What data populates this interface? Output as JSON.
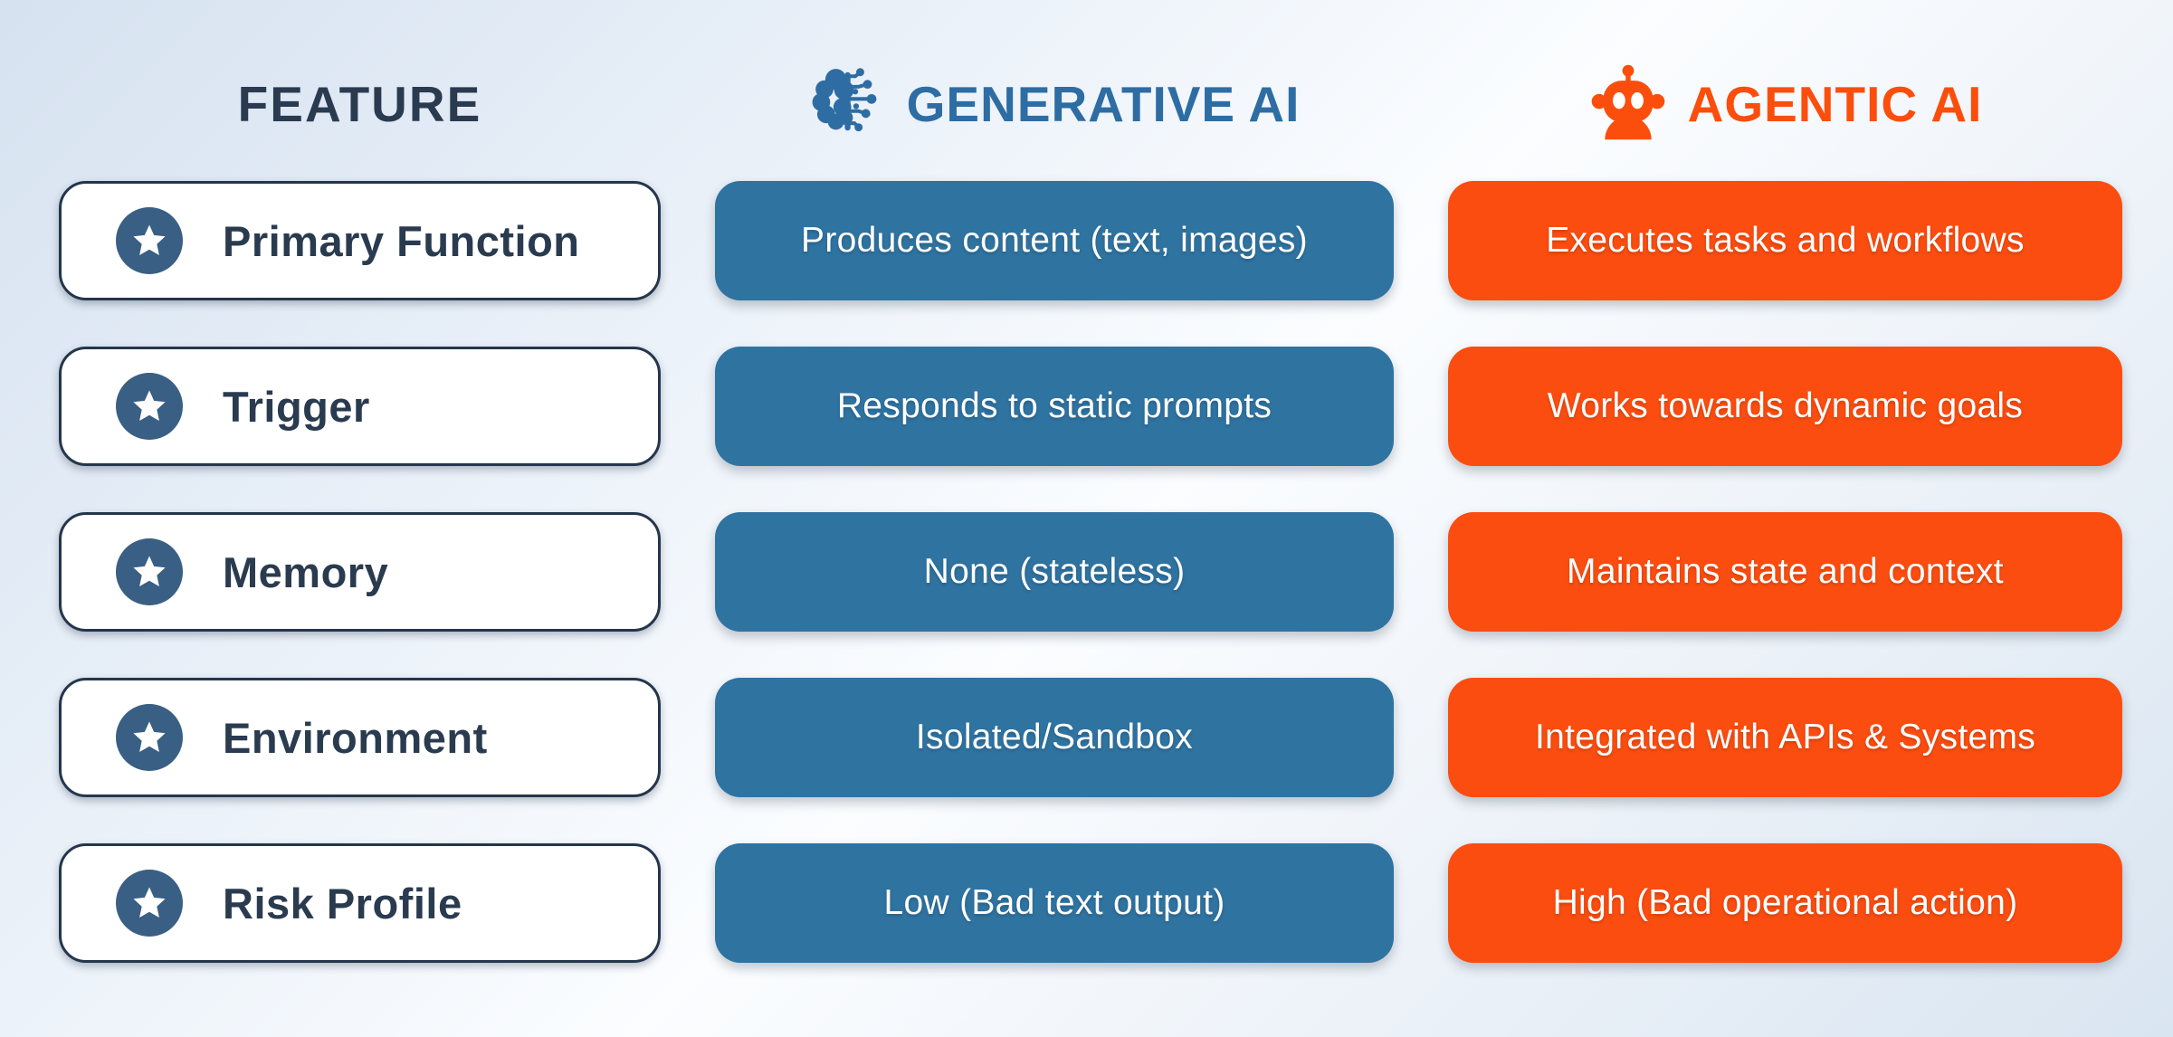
{
  "colors": {
    "background_start": "#d6e2f0",
    "background_mid": "#fbfdff",
    "background_end": "#d9e5f1",
    "navy": "#2a3b50",
    "blue": "#2f73a1",
    "blue_header": "#2e6da3",
    "orange": "#fb4d10",
    "orange_header": "#fb4e0c",
    "star_badge": "#3a5f84",
    "card_bg": "#ffffff",
    "card_border": "#24364c",
    "cell_text": "#ffffff"
  },
  "header": {
    "feature_label": "FEATURE",
    "generative_label": "GENERATIVE AI",
    "generative_icon": "brain-circuit-icon",
    "agentic_label": "AGENTIC AI",
    "agentic_icon": "robot-icon"
  },
  "feature_row_icon": "star-badge-icon",
  "rows": [
    {
      "feature": "Primary Function",
      "generative": "Produces content (text, images)",
      "agentic": "Executes tasks and workflows"
    },
    {
      "feature": "Trigger",
      "generative": "Responds to static prompts",
      "agentic": "Works towards dynamic goals"
    },
    {
      "feature": "Memory",
      "generative": "None (stateless)",
      "agentic": "Maintains state and context"
    },
    {
      "feature": "Environment",
      "generative": "Isolated/Sandbox",
      "agentic": "Integrated with APIs & Systems"
    },
    {
      "feature": "Risk Profile",
      "generative": "Low (Bad text output)",
      "agentic": "High (Bad operational action)"
    }
  ]
}
